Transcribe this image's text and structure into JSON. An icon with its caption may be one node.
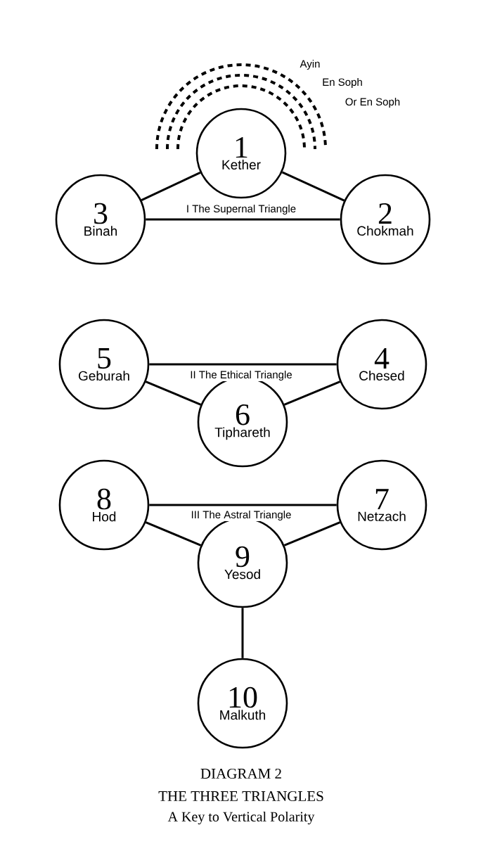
{
  "diagram": {
    "title": "THE THREE TRIANGLES",
    "caption": "A Key to Vertical Polarity",
    "nodes": [
      {
        "text": [
          "1",
          "Kether"
        ]
      },
      {
        "text": [
          "3",
          "Binah"
        ]
      },
      {
        "text": [
          "2",
          "Chokmah"
        ]
      },
      {
        "text": [
          "5",
          "Geburah"
        ]
      },
      {
        "text": [
          "4",
          "Chesed"
        ]
      },
      {
        "text": [
          "6",
          "Tiphareth"
        ]
      },
      {
        "text": [
          "8",
          "Hod"
        ]
      },
      {
        "text": [
          "7",
          "Netzach"
        ]
      },
      {
        "text": [
          "9",
          "Yesod"
        ]
      },
      {
        "text": [
          "10",
          "Malkuth"
        ]
      }
    ],
    "edges": [
      {
        "from": 0,
        "to": 1,
        "arrow": "none"
      },
      {
        "from": 0,
        "to": 2,
        "arrow": "none"
      },
      {
        "from": 1,
        "to": 2,
        "arrow": "none",
        "label": "I The Supernal Triangle"
      },
      {
        "from": 3,
        "to": 4,
        "arrow": "none",
        "label": "II The Ethical Triangle"
      },
      {
        "from": 3,
        "to": 5,
        "arrow": "none"
      },
      {
        "from": 4,
        "to": 5,
        "arrow": "none"
      },
      {
        "from": 6,
        "to": 7,
        "arrow": "none",
        "label": "III The Astral Triangle"
      },
      {
        "from": 6,
        "to": 8,
        "arrow": "none"
      },
      {
        "from": 7,
        "to": 8,
        "arrow": "none"
      },
      {
        "from": 8,
        "to": 9,
        "arrow": "none"
      }
    ],
    "labels": [
      "Ayin",
      "En Soph",
      "Or En Soph",
      "DIAGRAM 2"
    ]
  }
}
